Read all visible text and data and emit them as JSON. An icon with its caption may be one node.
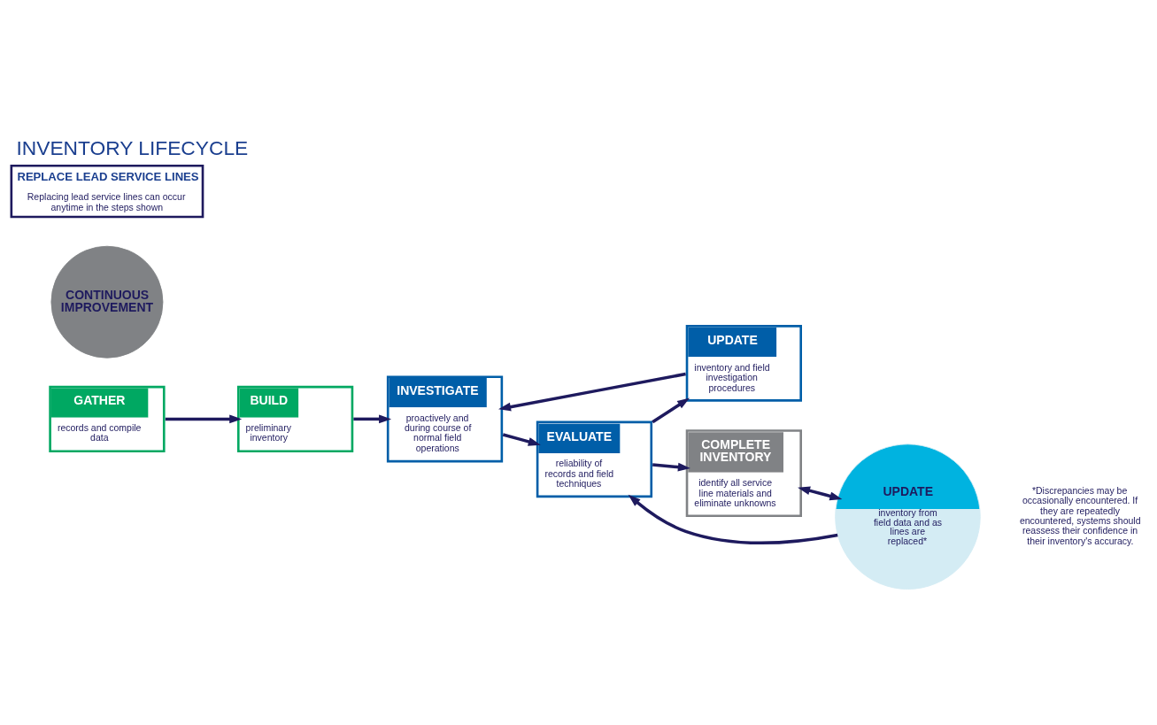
{
  "diagram": {
    "title": "INVENTORY LIFECYCLE",
    "nodes": [
      {
        "text": [
          "GATHER",
          "records and compile data"
        ]
      },
      {
        "text": [
          "BUILD",
          "preliminary inventory"
        ]
      },
      {
        "text": [
          "INVESTIGATE",
          "proactively and during course of normal field operations"
        ]
      },
      {
        "text": [
          "UPDATE",
          "inventory and field investigation procedures"
        ]
      },
      {
        "text": [
          "CONTINUOUS IMPROVEMENT"
        ]
      },
      {
        "text": [
          "COMPLETE INVENTORY",
          "identify all service line materials and eliminate unknowns"
        ]
      },
      {
        "text": [
          "EVALUATE",
          "reliability of records and field techniques"
        ]
      },
      {
        "text": [
          "UPDATE",
          "inventory from field data and as lines are replaced*"
        ]
      },
      {
        "text": [
          "REPLACE LEAD SERVICE LINES",
          "Replacing lead service lines can occur anytime in the steps shown"
        ]
      }
    ],
    "edges": [
      {
        "from": 0,
        "to": 1,
        "arrow": "to"
      },
      {
        "from": 1,
        "to": 2,
        "arrow": "to"
      },
      {
        "from": 3,
        "to": 2,
        "arrow": "to"
      },
      {
        "from": 2,
        "to": 6,
        "arrow": "to"
      },
      {
        "from": 7,
        "to": 6,
        "arrow": "to"
      },
      {
        "from": 5,
        "to": 7,
        "arrow": "both"
      },
      {
        "from": 6,
        "to": 3,
        "arrow": "to"
      },
      {
        "from": 6,
        "to": 5,
        "arrow": "to"
      }
    ],
    "labels": [
      "*Discrepancies may be occasionally encountered. If they are repeatedly encountered, systems should reassess their confidence in their inventory's accuracy."
    ]
  }
}
